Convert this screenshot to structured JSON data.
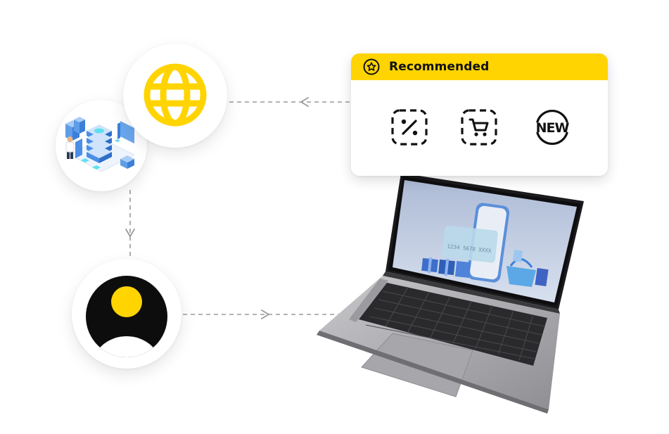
{
  "card": {
    "title": "Recommended",
    "icons": [
      "discount-icon",
      "cart-icon",
      "new-badge-icon"
    ],
    "new_badge_text": "NEW",
    "header_color": "#FFD400"
  },
  "screen": {
    "card_number": "1234 5678 XXXX"
  },
  "colors": {
    "accent": "#FFD400",
    "dark": "#111111",
    "connector": "#9a9a9a"
  },
  "nodes": [
    "globe-icon",
    "server-isometric-illustration",
    "user-avatar-icon",
    "laptop-illustration"
  ]
}
